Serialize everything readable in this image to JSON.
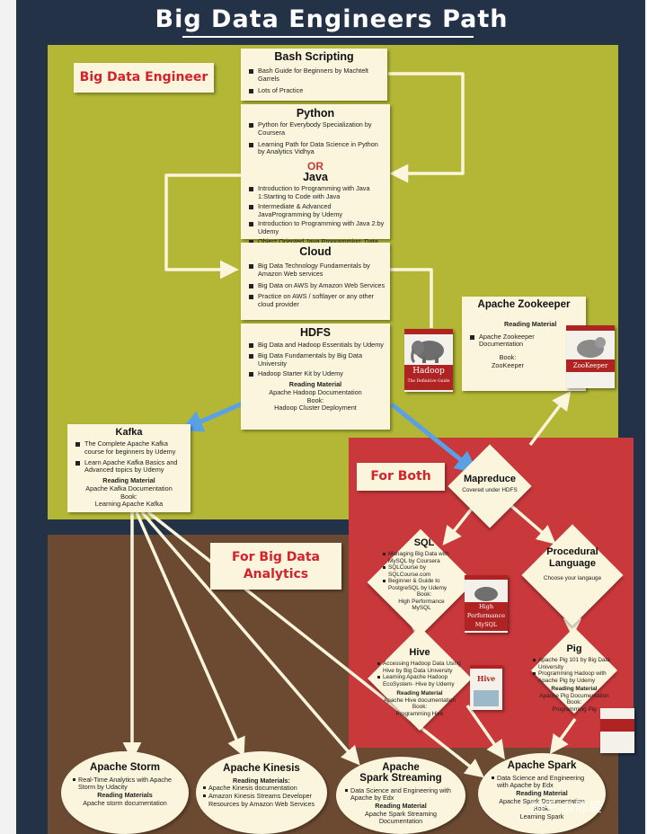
{
  "title": "Big Data Engineers Path",
  "tags": {
    "engineer": "Big Data  Engineer",
    "both": "For Both",
    "analytics_line1": "For Big Data",
    "analytics_line2": "Analytics"
  },
  "bash": {
    "title": "Bash Scripting",
    "items": [
      "Bash Guide for Beginners by Machtelt Garrels",
      "Lots of Practice"
    ]
  },
  "python": {
    "title": "Python",
    "items": [
      "Python for Everybody Specialization by Coursera",
      "Learning Path for Data Science in Python by Analytics Vidhya"
    ],
    "or": "OR",
    "java_title": "Java",
    "java_items": [
      "Introduction to Programming with Java 1:Starting to Code with Java",
      "Intermediate & Advanced JavaProgramming by Udemy",
      "Introduction to Programming with Java 2:by Udemy",
      "Object Oriented Java Programming: Data Structures and Beyond Specialization by  Coursera"
    ]
  },
  "cloud": {
    "title": "Cloud",
    "items": [
      "Big Data Technology Fundamentals by Amazon Web services",
      "Big Data on AWS by Amazon Web Services",
      "Practice on AWS / softlayer or any other cloud provider"
    ]
  },
  "hdfs": {
    "title": "HDFS",
    "items": [
      "Big Data and Hadoop Essentials by Udemy",
      "Big Data Fundamentals by Big Data University",
      "Hadoop Starter Kit by Udemy"
    ],
    "reading_label": "Reading Material",
    "reading": "Apache Hadoop Documentation",
    "book_label": "Book:",
    "book": "Hadoop Cluster Deployment"
  },
  "zookeeper": {
    "title": "Apache Zookeeper",
    "reading_label": "Reading Material",
    "items": [
      "Apache Zookeeper Documentation"
    ],
    "book_label": "Book:",
    "book": "ZooKeeper"
  },
  "kafka": {
    "title": "Kafka",
    "items": [
      "The Complete Apache Kafka course for beginners by Udemy",
      "Learn Apache Kafka Basics and Advanced topics by Udemy"
    ],
    "reading_label": "Reading Material",
    "reading": "Apache Kafka Documentation",
    "book_label": "Book:",
    "book": "Learning Apache Kafka"
  },
  "mapreduce": {
    "title": "Mapreduce",
    "note": "Covered under HDFS"
  },
  "sql": {
    "title": "SQL",
    "items": [
      "Managing Big Data with MySQL by Coursera",
      "SQLCourse by SQLCourse.com",
      "Beginner & Guide to PostgreSQL by Udemy"
    ],
    "book_label": "Book:",
    "book": "High Performance MySQL"
  },
  "procedural": {
    "title_line1": "Procedural",
    "title_line2": "Language",
    "note": "Choose your langauge"
  },
  "hive": {
    "title": "Hive",
    "items": [
      "Accessing Hadoop Data Using Hive by Big Data University",
      "Learning Apache Hadoop EcoSystem- Hive by Udemy"
    ],
    "reading_label": "Reading Material",
    "reading": "Apache Hive documentation",
    "book_label": "Book:",
    "book": "Programming Hive"
  },
  "pig": {
    "title": "Pig",
    "items": [
      "Apache Pig 101 by Big Data University",
      "Programming Hadoop with Apache Pig by Udemy"
    ],
    "reading_label": "Reading Material",
    "reading": "Apache Pig Documentation",
    "book_label": "Book:",
    "book": "Programming Pig"
  },
  "storm": {
    "title": "Apache Storm",
    "items": [
      "Real-Time Analytics with Apache Storm by Udacity"
    ],
    "reading_label": "Reading Materials",
    "reading": "Apache storm documentation"
  },
  "kinesis": {
    "title": "Apache Kinesis",
    "reading_label": "Reading Materials:",
    "items": [
      "Apache Kinesis documentation",
      "Amazon Kinesis Streams Developer Resources by Amazon Web Services"
    ]
  },
  "spark_streaming": {
    "title_line1": "Apache",
    "title_line2": "Spark Streaming",
    "items": [
      "Data Science and Engineering with Apache by Edx"
    ],
    "reading_label": "Reading Material",
    "reading": "Apache Spark Streaming Documentation"
  },
  "spark": {
    "title": "Apache Spark",
    "items": [
      "Data Science and Engineering with Apache by Edx"
    ],
    "reading_label": "Reading Material",
    "reading": "Apache Spark Documentation",
    "book_label": "Book:",
    "book": "Learning Spark"
  },
  "books": {
    "hadoop_name": "Hadoop",
    "hadoop_sub": "The Definitive Guide",
    "zookeeper_name": "ZooKeeper",
    "mysql_line1": "High",
    "mysql_line2": "Performance",
    "mysql_line3": "MySQL",
    "hive_name": "Hive"
  },
  "watermark": "知乎 @陈晨",
  "colors": {
    "frame": "#243247",
    "green_panel": "#b3b735",
    "brown_panel": "#6b4a31",
    "red_panel": "#c9383b",
    "box": "#fbf5dd",
    "arrow": "#fbf5dd",
    "blue_arrow": "#5aa0e6",
    "accent_text": "#d3232b"
  }
}
